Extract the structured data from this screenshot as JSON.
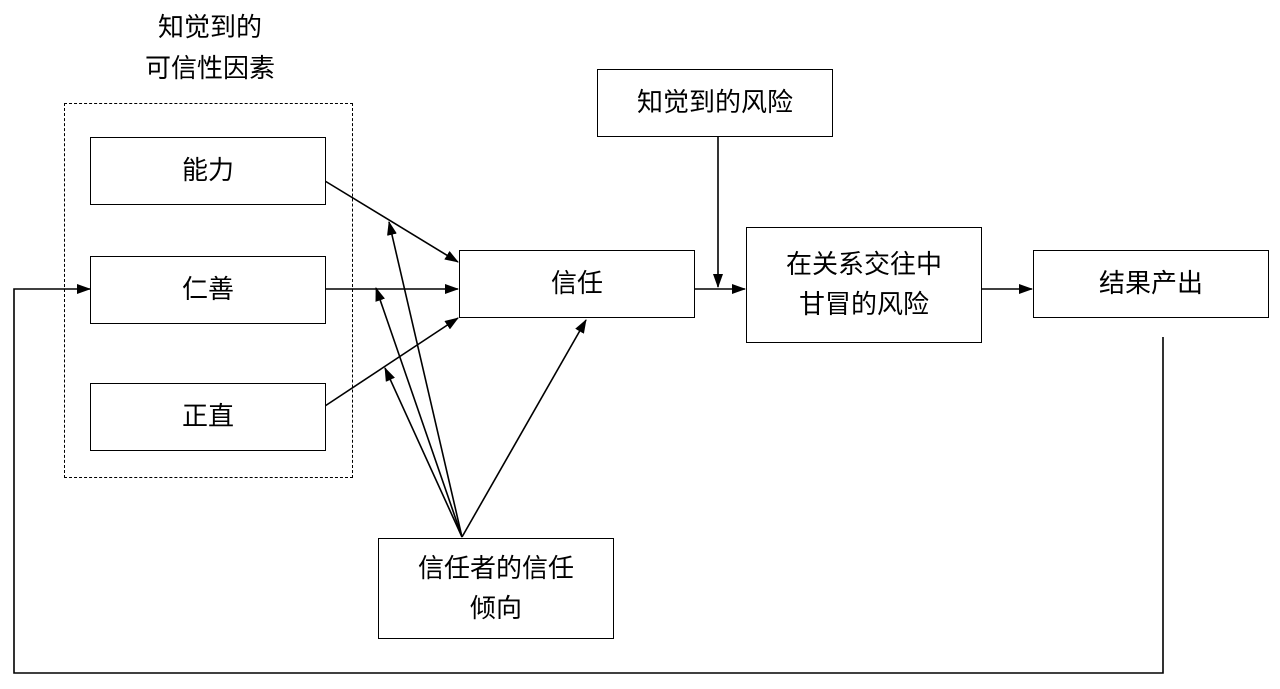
{
  "group": {
    "label_line1": "知觉到的",
    "label_line2": "可信性因素"
  },
  "nodes": {
    "ability": "能力",
    "benevolence": "仁善",
    "integrity": "正直",
    "trust": "信任",
    "perceived_risk": "知觉到的风险",
    "risk_taking_line1": "在关系交往中",
    "risk_taking_line2": "甘冒的风险",
    "outcomes": "结果产出",
    "propensity_line1": "信任者的信任",
    "propensity_line2": "倾向"
  }
}
